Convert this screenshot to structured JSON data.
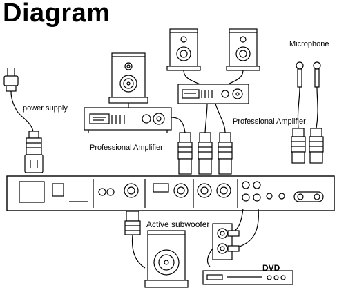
{
  "title": "Diagram",
  "labels": {
    "power_supply": "power supply",
    "microphone": "Microphone",
    "professional_amplifier_left": "Professional Amplifier",
    "professional_amplifier_right": "Professional Amplifier",
    "active_subwoofer": "Active subwoofer",
    "dvd": "DVD"
  }
}
